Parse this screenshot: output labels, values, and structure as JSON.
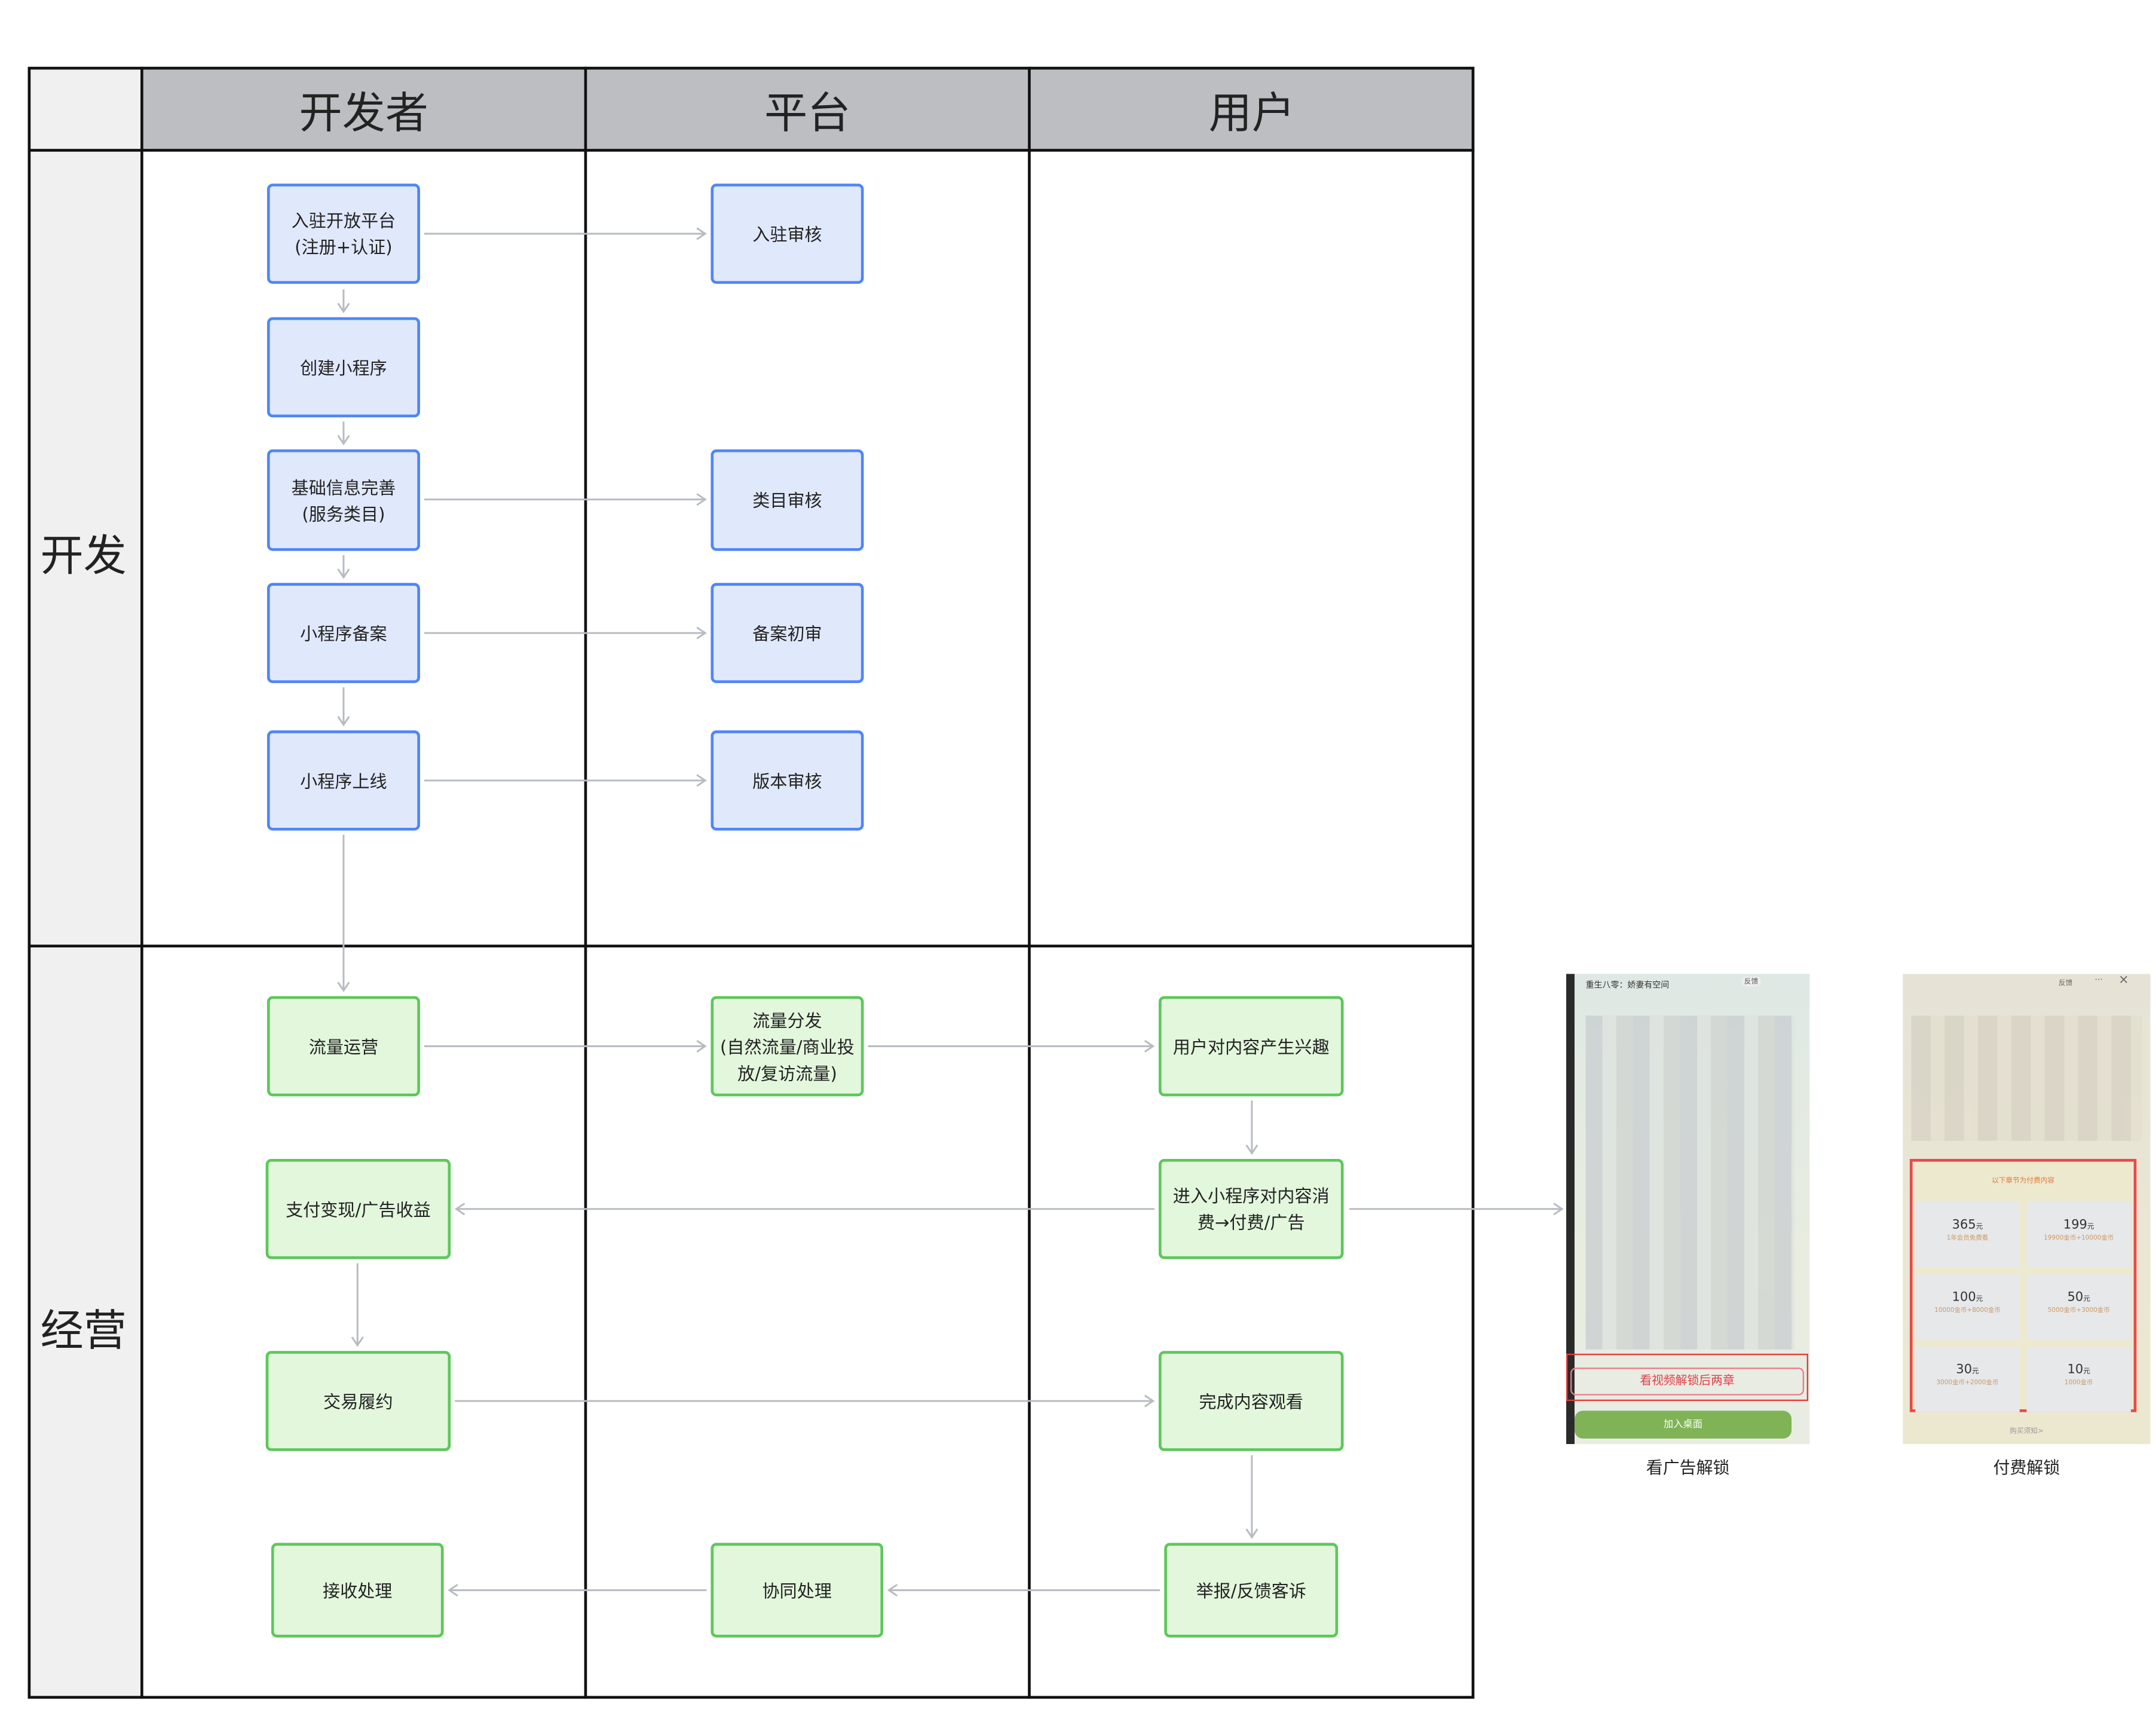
{
  "columns": [
    "开发者",
    "平台",
    "用户"
  ],
  "lanes": [
    "开发",
    "经营"
  ],
  "dev": {
    "developer": [
      "入驻开放平台\n(注册+认证)",
      "创建小程序",
      "基础信息完善\n(服务类目)",
      "小程序备案",
      "小程序上线"
    ],
    "platform": [
      "入驻审核",
      "类目审核",
      "备案初审",
      "版本审核"
    ]
  },
  "ops": {
    "traffic_ops": "流量运营",
    "traffic_dist": "流量分发\n(自然流量/商业投\n放/复访流量)",
    "user_interest": "用户对内容产生兴趣",
    "monetize": "支付变现/广告收益",
    "consume": "进入小程序对内容消\n费→付费/广告",
    "fulfill": "交易履约",
    "watch_done": "完成内容观看",
    "receive": "接收处理",
    "coop": "协同处理",
    "report": "举报/反馈客诉"
  },
  "examples": {
    "ad": {
      "caption": "看广告解锁",
      "title": "重生八零：娇妻有空间",
      "feedback": "反馈",
      "unlock": "看视频解锁后两章",
      "add_desktop": "加入桌面"
    },
    "pay": {
      "caption": "付费解锁",
      "feedback": "反馈",
      "more": "···",
      "close": "×",
      "notice": "以下章节为付费内容",
      "buy_note": "购买须知>",
      "tiles": [
        {
          "price": "365",
          "unit": "元",
          "desc": "1年会员免费看"
        },
        {
          "price": "199",
          "unit": "元",
          "desc": "19900金币+10000金币"
        },
        {
          "price": "100",
          "unit": "元",
          "desc": "10000金币+8000金币"
        },
        {
          "price": "50",
          "unit": "元",
          "desc": "5000金币+3000金币"
        },
        {
          "price": "30",
          "unit": "元",
          "desc": "3000金币+2000金币"
        },
        {
          "price": "10",
          "unit": "元",
          "desc": "1000金币"
        }
      ]
    }
  },
  "colors": {
    "blue_fill": "#e0e8fc",
    "blue_border": "#4f86f7",
    "green_fill": "#e3f7dd",
    "green_border": "#5dc85a",
    "header": "#bcbec1",
    "arrow": "#b8bcc2"
  }
}
